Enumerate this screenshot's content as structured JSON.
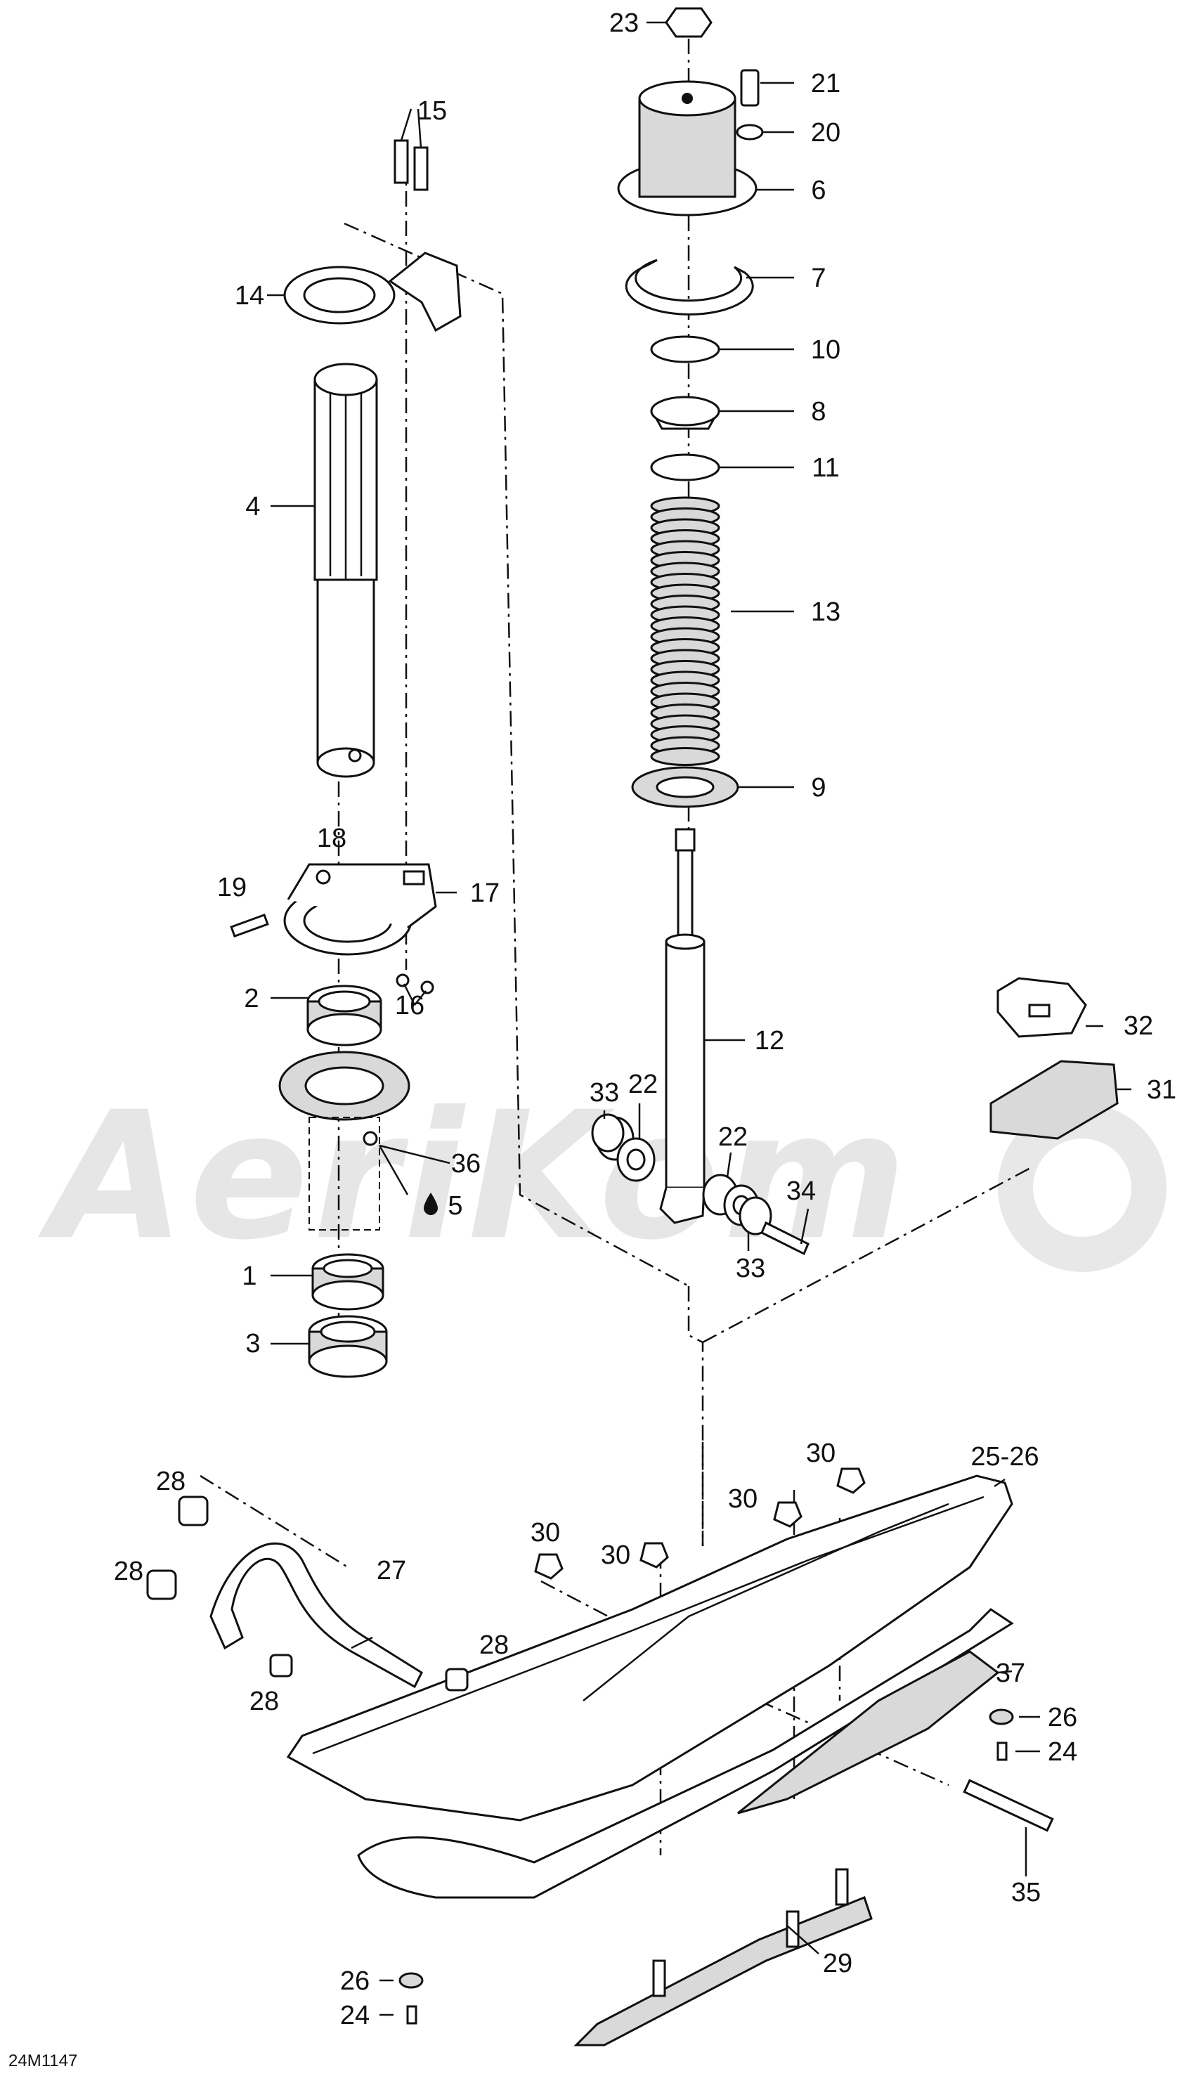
{
  "watermark": {
    "text": "AeriKom"
  },
  "reference_code": "24M1147",
  "callouts": {
    "c1": "1",
    "c2": "2",
    "c3": "3",
    "c4": "4",
    "c5": "5",
    "c6": "6",
    "c7": "7",
    "c8": "8",
    "c9": "9",
    "c10": "10",
    "c11": "11",
    "c12": "12",
    "c13": "13",
    "c14": "14",
    "c15": "15",
    "c16": "16",
    "c17": "17",
    "c18": "18",
    "c19": "19",
    "c20": "20",
    "c21": "21",
    "c22a": "22",
    "c22b": "22",
    "c23": "23",
    "c24a": "24",
    "c24b": "24",
    "c2526": "25-26",
    "c26a": "26",
    "c26b": "26",
    "c27": "27",
    "c28a": "28",
    "c28b": "28",
    "c28c": "28",
    "c28d": "28",
    "c29": "29",
    "c30a": "30",
    "c30b": "30",
    "c30c": "30",
    "c30d": "30",
    "c31": "31",
    "c32": "32",
    "c33a": "33",
    "c33b": "33",
    "c34": "34",
    "c35": "35",
    "c36": "36",
    "c37": "37"
  },
  "drop_icon": "oil-drop-icon"
}
